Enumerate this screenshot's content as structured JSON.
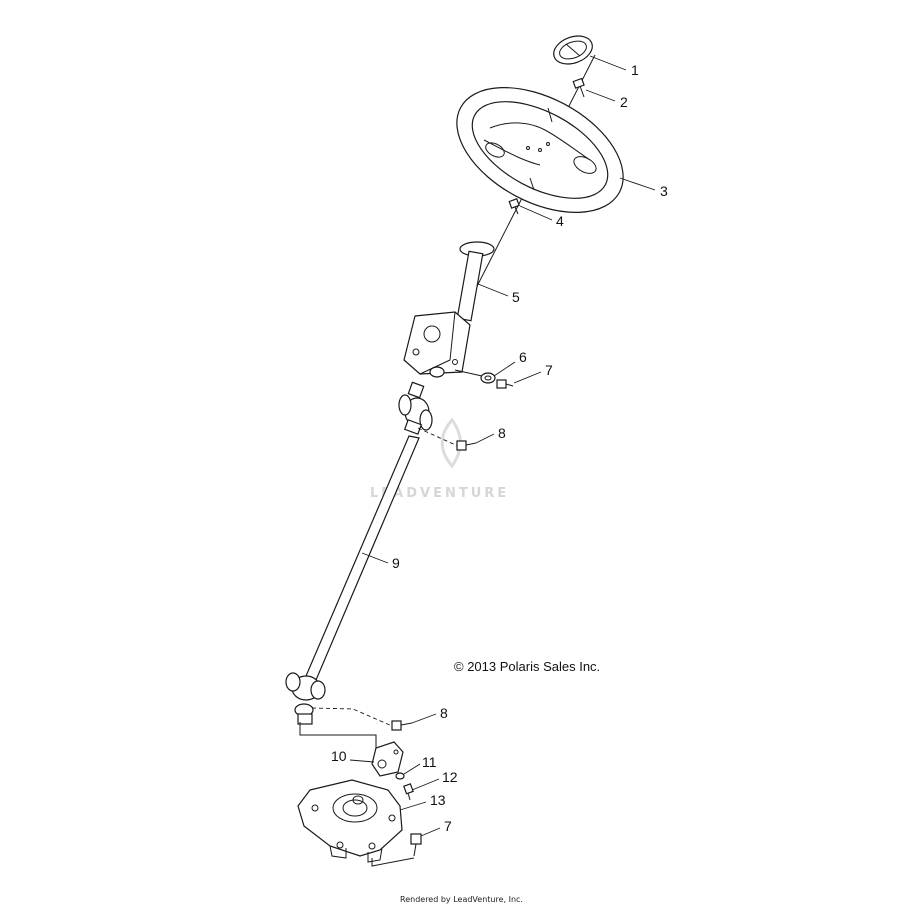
{
  "callouts": [
    {
      "id": "1",
      "label": "1"
    },
    {
      "id": "2",
      "label": "2"
    },
    {
      "id": "3",
      "label": "3"
    },
    {
      "id": "4",
      "label": "4"
    },
    {
      "id": "5",
      "label": "5"
    },
    {
      "id": "6",
      "label": "6"
    },
    {
      "id": "7a",
      "label": "7"
    },
    {
      "id": "8a",
      "label": "8"
    },
    {
      "id": "9",
      "label": "9"
    },
    {
      "id": "8b",
      "label": "8"
    },
    {
      "id": "10",
      "label": "10"
    },
    {
      "id": "11",
      "label": "11"
    },
    {
      "id": "12",
      "label": "12"
    },
    {
      "id": "13",
      "label": "13"
    },
    {
      "id": "7b",
      "label": "7"
    }
  ],
  "copyright": "© 2013 Polaris Sales Inc.",
  "watermark": "LEADVENTURE",
  "rendered_by": "Rendered by LeadVenture, Inc."
}
